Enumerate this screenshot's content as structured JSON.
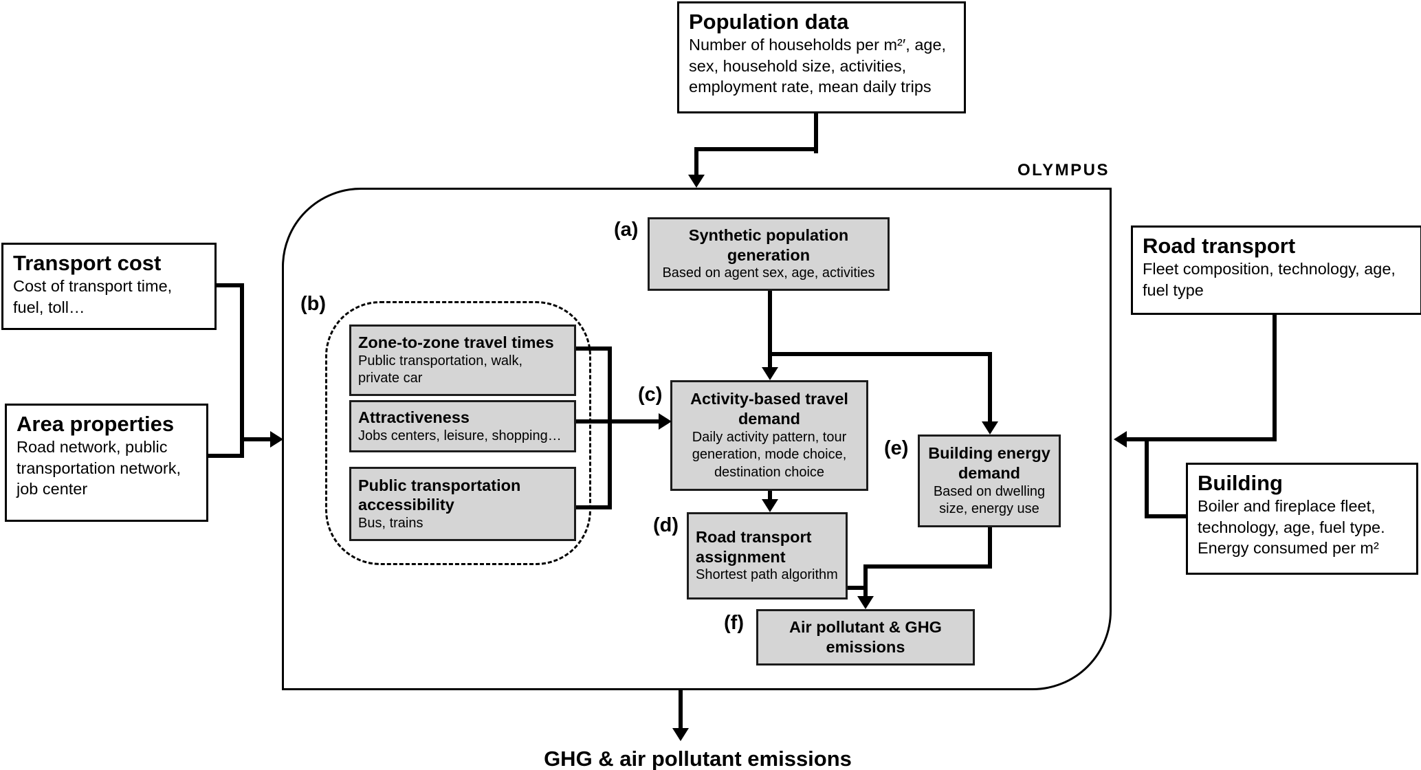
{
  "colors": {
    "box_fill": "#d5d5d5",
    "line": "#000000",
    "background": "#ffffff"
  },
  "model_label": "OLYMPUS",
  "output_label": "GHG & air pollutant emissions",
  "inputs": {
    "population": {
      "title": "Population data",
      "body": "Number of households per m²′, age, sex, household size, activities, employment rate, mean daily trips"
    },
    "transport_cost": {
      "title": "Transport cost",
      "body": "Cost of transport time, fuel, toll…"
    },
    "area_properties": {
      "title": "Area properties",
      "body": "Road network, public transportation network, job center"
    },
    "road_transport": {
      "title": "Road transport",
      "body": "Fleet composition, technology, age, fuel type"
    },
    "building": {
      "title": "Building",
      "body": "Boiler and fireplace fleet, technology, age, fuel type. Energy consumed per m²"
    }
  },
  "blocks": {
    "a": {
      "label": "(a)",
      "title": "Synthetic population generation",
      "body": "Based on agent sex, age, activities"
    },
    "b": {
      "label": "(b)"
    },
    "b_items": [
      {
        "title": "Zone-to-zone travel times",
        "body": "Public transportation, walk, private car"
      },
      {
        "title": "Attractiveness",
        "body": "Jobs centers, leisure, shopping…"
      },
      {
        "title": "Public transportation accessibility",
        "body": "Bus, trains"
      }
    ],
    "c": {
      "label": "(c)",
      "title": "Activity-based travel demand",
      "body": "Daily activity pattern, tour generation,  mode choice, destination choice"
    },
    "d": {
      "label": "(d)",
      "title": "Road transport assignment",
      "body": "Shortest path algorithm"
    },
    "e": {
      "label": "(e)",
      "title": "Building energy demand",
      "body": "Based on dwelling size, energy use"
    },
    "f": {
      "label": "(f)",
      "title": "Air pollutant & GHG emissions"
    }
  }
}
